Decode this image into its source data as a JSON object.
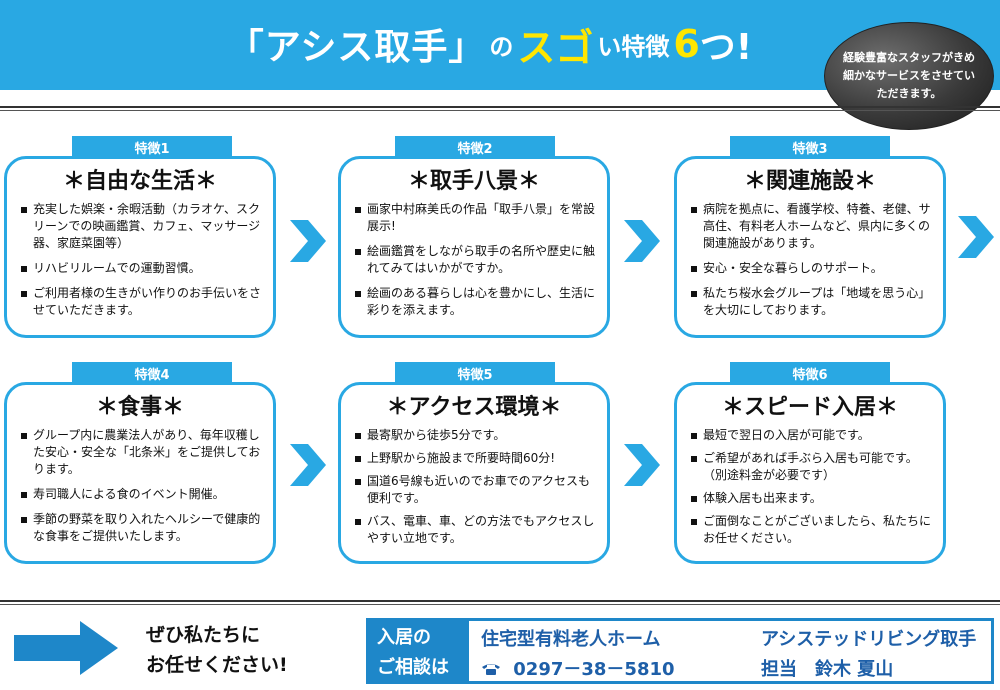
{
  "header": {
    "title_part1": "「アシス取手」",
    "title_part2": "の",
    "title_part3": "スゴ",
    "title_part4": "い特徴",
    "title_part5": "6",
    "title_part6": "つ!",
    "badge_text": "経験豊富なスタッフがきめ細かなサービスをさせていただきます。"
  },
  "features": [
    {
      "tab": "特徴1",
      "title": "＊自由な生活＊",
      "items": [
        "充実した娯楽・余暇活動（カラオケ、スクリーンでの映画鑑賞、カフェ、マッサージ器、家庭菜園等）",
        "リハビリルームでの運動習慣。",
        "ご利用者様の生きがい作りのお手伝いをさせていただきます。"
      ]
    },
    {
      "tab": "特徴2",
      "title": "＊取手八景＊",
      "items": [
        "画家中村麻美氏の作品「取手八景」を常設展示!",
        "絵画鑑賞をしながら取手の名所や歴史に触れてみてはいかがですか。",
        "絵画のある暮らしは心を豊かにし、生活に彩りを添えます。"
      ]
    },
    {
      "tab": "特徴3",
      "title": "＊関連施設＊",
      "items": [
        "病院を拠点に、看護学校、特養、老健、サ高住、有料老人ホームなど、県内に多くの関連施設があります。",
        "安心・安全な暮らしのサポート。",
        "私たち桜水会グループは「地域を思う心」を大切にしております。"
      ]
    },
    {
      "tab": "特徴4",
      "title": "＊食事＊",
      "items": [
        "グループ内に農業法人があり、毎年収穫した安心・安全な「北条米」をご提供しております。",
        "寿司職人による食のイベント開催。",
        "季節の野菜を取り入れたヘルシーで健康的な食事をご提供いたします。"
      ]
    },
    {
      "tab": "特徴5",
      "title": "＊アクセス環境＊",
      "items": [
        "最寄駅から徒歩5分です。",
        "上野駅から施設まで所要時間60分!",
        "国道6号線も近いのでお車でのアクセスも便利です。",
        "バス、電車、車、どの方法でもアクセスしやすい立地です。"
      ]
    },
    {
      "tab": "特徴6",
      "title": "＊スピード入居＊",
      "items": [
        "最短で翌日の入居が可能です。",
        "ご希望があれば手ぶら入居も可能です。（別途料金が必要です）",
        "体験入居も出来ます。",
        "ご面倒なことがございましたら、私たちにお任せください。"
      ]
    }
  ],
  "footer": {
    "slogan_line1": "ぜひ私たちに",
    "slogan_line2": "お任せください!",
    "contact_label_line1": "入居の",
    "contact_label_line2": "ご相談は",
    "facility_type": "住宅型有料老人ホーム",
    "facility_name": "アシステッドリビング取手",
    "phone": "0297－38－5810",
    "staff_label": "担当　鈴木 夏山"
  },
  "colors": {
    "primary_blue": "#29a8e3",
    "contact_blue": "#1e87c9",
    "title_highlight": "#ffe600"
  }
}
